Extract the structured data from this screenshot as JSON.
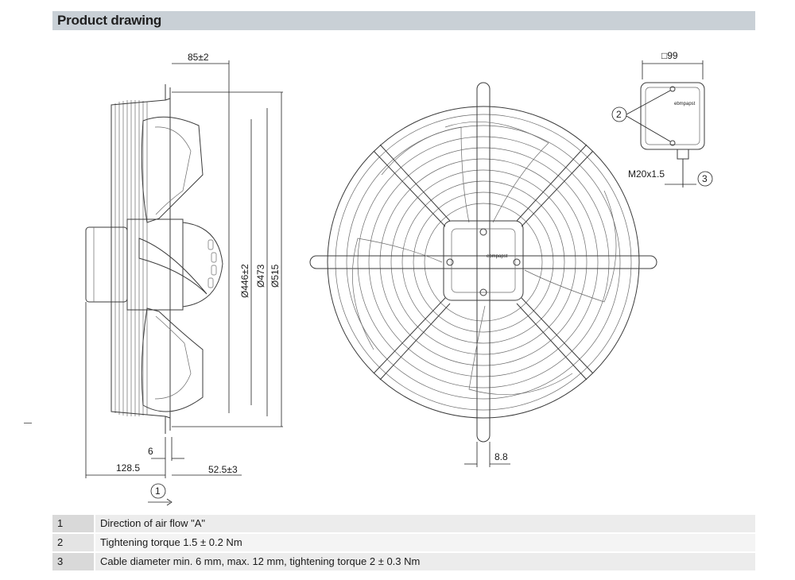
{
  "header": {
    "title": "Product drawing"
  },
  "side_view": {
    "dim_85": "85±2",
    "dim_446": "Ø446±2",
    "dim_473": "Ø473",
    "dim_515": "Ø515",
    "dim_6": "6",
    "dim_128_5": "128.5",
    "dim_52_5": "52.5±3",
    "callout_1": "1"
  },
  "front_view": {
    "dim_8_8": "8.8",
    "brand": "ebmpapst"
  },
  "box_view": {
    "dim_99": "□99",
    "callout_2": "2",
    "callout_3": "3",
    "thread": "M20x1.5",
    "brand": "ebmpapst"
  },
  "legend": [
    {
      "num": "1",
      "text": "Direction of air flow \"A\""
    },
    {
      "num": "2",
      "text": "Tightening torque 1.5 ± 0.2 Nm"
    },
    {
      "num": "3",
      "text": "Cable diameter min. 6 mm, max. 12 mm, tightening torque 2 ± 0.3 Nm"
    }
  ]
}
